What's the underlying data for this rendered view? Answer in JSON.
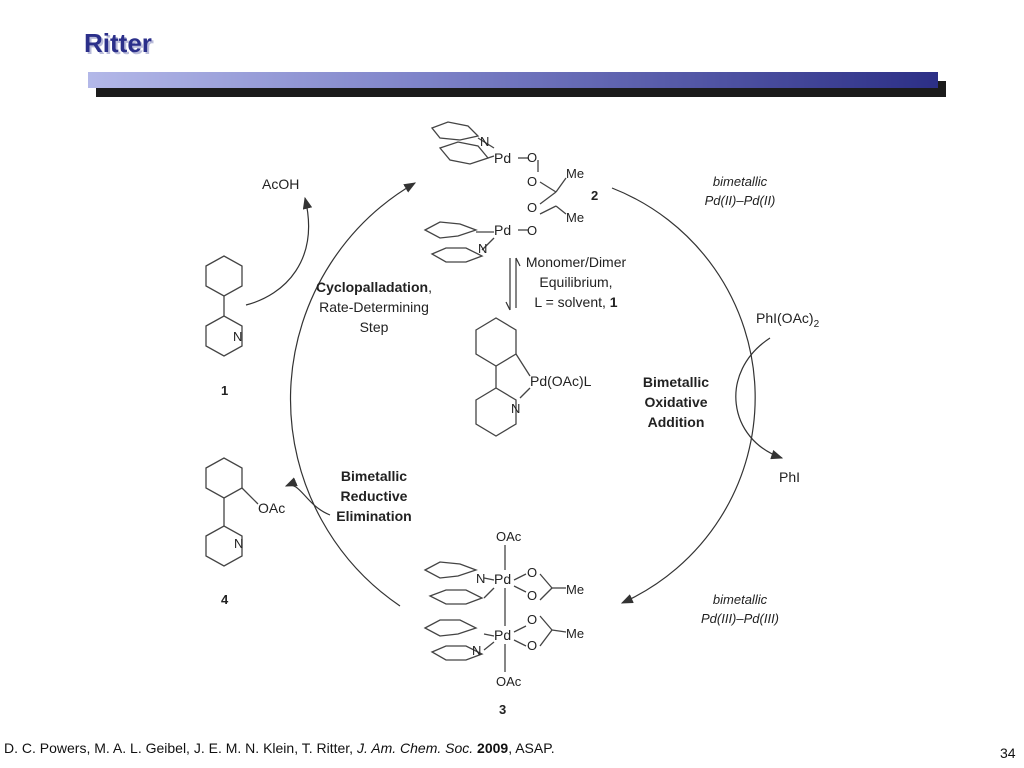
{
  "slide": {
    "title": "Ritter",
    "page_number": "34"
  },
  "citation": {
    "authors": "D. C. Powers, M. A. L. Geibel, J. E. M. N. Klein, T. Ritter,",
    "journal": "J. Am. Chem. Soc.",
    "year": "2009",
    "suffix": ", ASAP."
  },
  "scheme": {
    "compounds": {
      "c1": "1",
      "c2": "2",
      "c3": "3",
      "c4": "4",
      "monomer": "Pd(OAc)L",
      "oac": "OAc",
      "pd": "Pd",
      "n": "N",
      "o": "O",
      "me": "Me"
    },
    "reagents": {
      "acoh": "AcOH",
      "phioac2": "PhI(OAc)",
      "phioac2_sub": "2",
      "phi": "PhI"
    },
    "states": {
      "top_line1": "bimetallic",
      "top_line2": "Pd(II)–Pd(II)",
      "bottom_line1": "bimetallic",
      "bottom_line2": "Pd(III)–Pd(III)"
    },
    "steps": {
      "cyclo_bold": "Cyclopalladation",
      "cyclo_comma": ",",
      "cyclo_line2": "Rate-Determining",
      "cyclo_line3": "Step",
      "ox_line1": "Bimetallic",
      "ox_line2": "Oxidative",
      "ox_line3": "Addition",
      "red_line1": "Bimetallic",
      "red_line2": "Reductive",
      "red_line3": "Elimination",
      "eq_line1": "Monomer/Dimer",
      "eq_line2": "Equilibrium,",
      "eq_line3": "L = solvent, ",
      "eq_line3_bold": "1"
    }
  }
}
